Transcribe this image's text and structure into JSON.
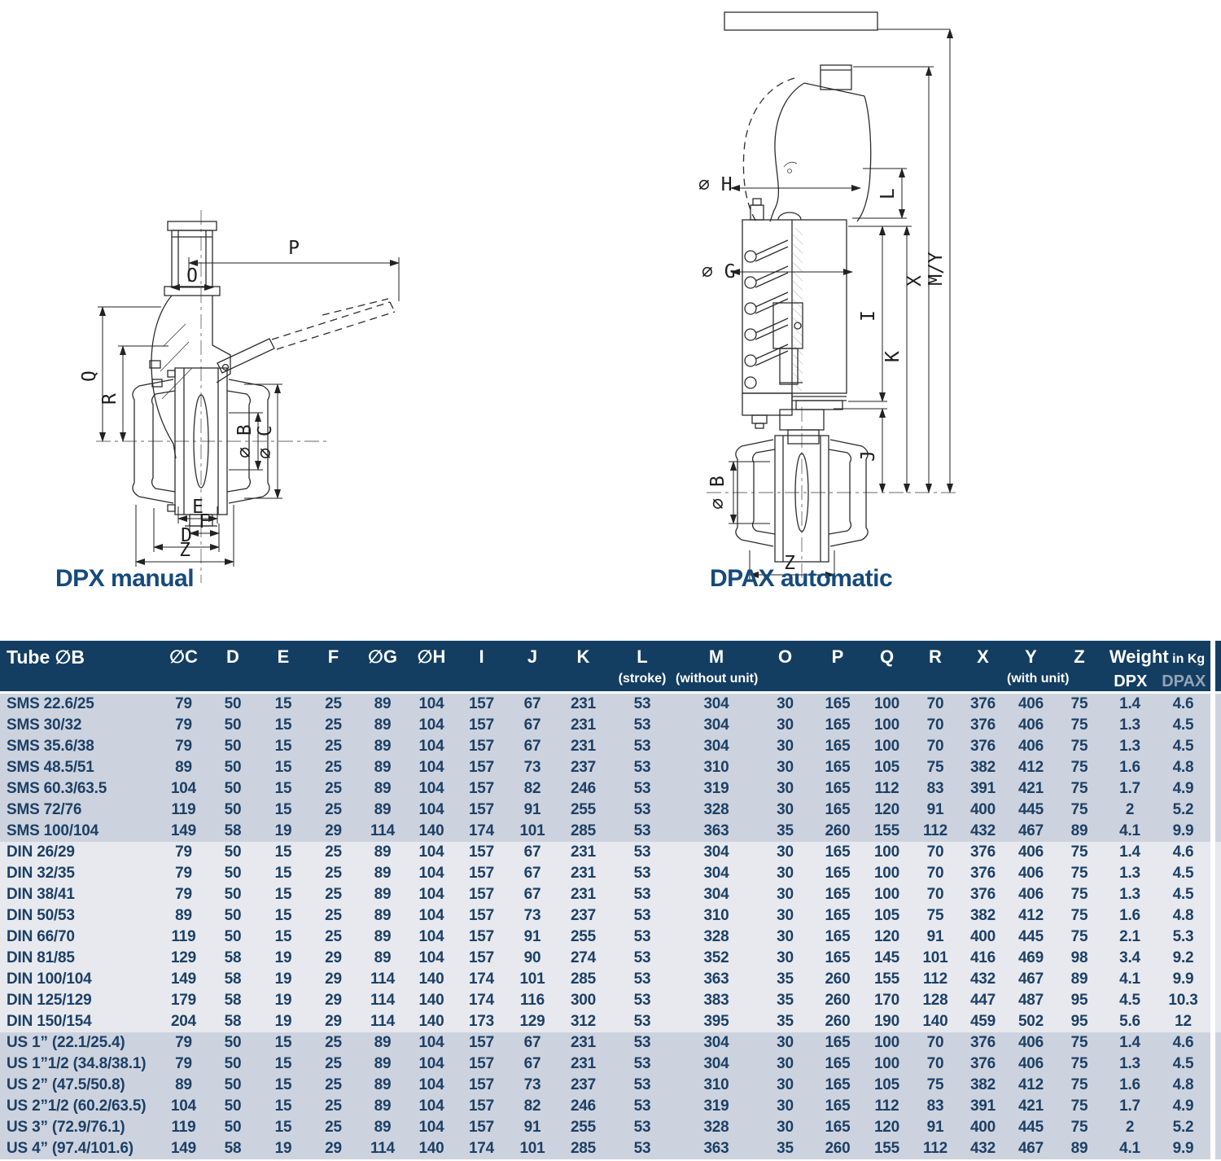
{
  "colors": {
    "header_bg": "#133e62",
    "header_text": "#ffffff",
    "dpax_text": "#95a3b5",
    "row_dark": "#cdd3de",
    "row_light": "#e7e9ee",
    "cell_text": "#1c4066",
    "caption": "#164a7c",
    "line": "#2c2c2c"
  },
  "diagrams": {
    "left": {
      "caption": "DPX manual",
      "dims": {
        "P": "P",
        "O": "O",
        "Q": "Q",
        "R": "R",
        "B": "∅ B",
        "C": "∅ C",
        "E": "E",
        "F": "F",
        "D": "D",
        "Z": "Z"
      }
    },
    "right": {
      "caption": "DPAX automatic",
      "dims": {
        "H": "∅ H",
        "L": "L",
        "G": "∅ G",
        "MY": "M/Y",
        "X": "X",
        "I": "I",
        "K": "K",
        "J": "J",
        "B": "∅ B",
        "Z": "Z"
      }
    }
  },
  "table": {
    "columns": [
      {
        "key": "tube",
        "label": "Tube ∅B",
        "sub": ""
      },
      {
        "key": "C",
        "label": "∅C",
        "sub": ""
      },
      {
        "key": "D",
        "label": "D",
        "sub": ""
      },
      {
        "key": "E",
        "label": "E",
        "sub": ""
      },
      {
        "key": "F",
        "label": "F",
        "sub": ""
      },
      {
        "key": "G",
        "label": "∅G",
        "sub": ""
      },
      {
        "key": "H",
        "label": "∅H",
        "sub": ""
      },
      {
        "key": "I",
        "label": "I",
        "sub": ""
      },
      {
        "key": "J",
        "label": "J",
        "sub": ""
      },
      {
        "key": "K",
        "label": "K",
        "sub": ""
      },
      {
        "key": "L",
        "label": "L",
        "sub": "(stroke)"
      },
      {
        "key": "M",
        "label": "M",
        "sub": "(without unit)"
      },
      {
        "key": "O",
        "label": "O",
        "sub": ""
      },
      {
        "key": "P",
        "label": "P",
        "sub": ""
      },
      {
        "key": "Q",
        "label": "Q",
        "sub": ""
      },
      {
        "key": "R",
        "label": "R",
        "sub": ""
      },
      {
        "key": "X",
        "label": "X",
        "sub": ""
      },
      {
        "key": "Y",
        "label": "Y",
        "sub": "(with unit)"
      },
      {
        "key": "Z",
        "label": "Z",
        "sub": ""
      }
    ],
    "weight_group": {
      "label": "Weight",
      "unit": "in Kg",
      "dpx": "DPX",
      "dpax": "DPAX"
    },
    "sections": [
      {
        "shade": "dark",
        "rows": [
          {
            "label": "SMS 22.6/25",
            "values": [
              "79",
              "50",
              "15",
              "25",
              "89",
              "104",
              "157",
              "67",
              "231",
              "53",
              "304",
              "30",
              "165",
              "100",
              "70",
              "376",
              "406",
              "75",
              "1.4",
              "4.6"
            ]
          },
          {
            "label": "SMS 30/32",
            "values": [
              "79",
              "50",
              "15",
              "25",
              "89",
              "104",
              "157",
              "67",
              "231",
              "53",
              "304",
              "30",
              "165",
              "100",
              "70",
              "376",
              "406",
              "75",
              "1.3",
              "4.5"
            ]
          },
          {
            "label": "SMS 35.6/38",
            "values": [
              "79",
              "50",
              "15",
              "25",
              "89",
              "104",
              "157",
              "67",
              "231",
              "53",
              "304",
              "30",
              "165",
              "100",
              "70",
              "376",
              "406",
              "75",
              "1.3",
              "4.5"
            ]
          },
          {
            "label": "SMS 48.5/51",
            "values": [
              "89",
              "50",
              "15",
              "25",
              "89",
              "104",
              "157",
              "73",
              "237",
              "53",
              "310",
              "30",
              "165",
              "105",
              "75",
              "382",
              "412",
              "75",
              "1.6",
              "4.8"
            ]
          },
          {
            "label": "SMS 60.3/63.5",
            "values": [
              "104",
              "50",
              "15",
              "25",
              "89",
              "104",
              "157",
              "82",
              "246",
              "53",
              "319",
              "30",
              "165",
              "112",
              "83",
              "391",
              "421",
              "75",
              "1.7",
              "4.9"
            ]
          },
          {
            "label": "SMS 72/76",
            "values": [
              "119",
              "50",
              "15",
              "25",
              "89",
              "104",
              "157",
              "91",
              "255",
              "53",
              "328",
              "30",
              "165",
              "120",
              "91",
              "400",
              "445",
              "75",
              "2",
              "5.2"
            ]
          },
          {
            "label": "SMS 100/104",
            "values": [
              "149",
              "58",
              "19",
              "29",
              "114",
              "140",
              "174",
              "101",
              "285",
              "53",
              "363",
              "35",
              "260",
              "155",
              "112",
              "432",
              "467",
              "89",
              "4.1",
              "9.9"
            ]
          }
        ]
      },
      {
        "shade": "light",
        "rows": [
          {
            "label": "DIN 26/29",
            "values": [
              "79",
              "50",
              "15",
              "25",
              "89",
              "104",
              "157",
              "67",
              "231",
              "53",
              "304",
              "30",
              "165",
              "100",
              "70",
              "376",
              "406",
              "75",
              "1.4",
              "4.6"
            ]
          },
          {
            "label": "DIN 32/35",
            "values": [
              "79",
              "50",
              "15",
              "25",
              "89",
              "104",
              "157",
              "67",
              "231",
              "53",
              "304",
              "30",
              "165",
              "100",
              "70",
              "376",
              "406",
              "75",
              "1.3",
              "4.5"
            ]
          },
          {
            "label": "DIN 38/41",
            "values": [
              "79",
              "50",
              "15",
              "25",
              "89",
              "104",
              "157",
              "67",
              "231",
              "53",
              "304",
              "30",
              "165",
              "100",
              "70",
              "376",
              "406",
              "75",
              "1.3",
              "4.5"
            ]
          },
          {
            "label": "DIN 50/53",
            "values": [
              "89",
              "50",
              "15",
              "25",
              "89",
              "104",
              "157",
              "73",
              "237",
              "53",
              "310",
              "30",
              "165",
              "105",
              "75",
              "382",
              "412",
              "75",
              "1.6",
              "4.8"
            ]
          },
          {
            "label": "DIN 66/70",
            "values": [
              "119",
              "50",
              "15",
              "25",
              "89",
              "104",
              "157",
              "91",
              "255",
              "53",
              "328",
              "30",
              "165",
              "120",
              "91",
              "400",
              "445",
              "75",
              "2.1",
              "5.3"
            ]
          },
          {
            "label": "DIN 81/85",
            "values": [
              "129",
              "58",
              "19",
              "29",
              "89",
              "104",
              "157",
              "90",
              "274",
              "53",
              "352",
              "30",
              "165",
              "145",
              "101",
              "416",
              "469",
              "98",
              "3.4",
              "9.2"
            ]
          },
          {
            "label": "DIN 100/104",
            "values": [
              "149",
              "58",
              "19",
              "29",
              "114",
              "140",
              "174",
              "101",
              "285",
              "53",
              "363",
              "35",
              "260",
              "155",
              "112",
              "432",
              "467",
              "89",
              "4.1",
              "9.9"
            ]
          },
          {
            "label": "DIN 125/129",
            "values": [
              "179",
              "58",
              "19",
              "29",
              "114",
              "140",
              "174",
              "116",
              "300",
              "53",
              "383",
              "35",
              "260",
              "170",
              "128",
              "447",
              "487",
              "95",
              "4.5",
              "10.3"
            ]
          },
          {
            "label": "DIN 150/154",
            "values": [
              "204",
              "58",
              "19",
              "29",
              "114",
              "140",
              "173",
              "129",
              "312",
              "53",
              "395",
              "35",
              "260",
              "190",
              "140",
              "459",
              "502",
              "95",
              "5.6",
              "12"
            ]
          }
        ]
      },
      {
        "shade": "dark",
        "rows": [
          {
            "label": "US 1” (22.1/25.4)",
            "values": [
              "79",
              "50",
              "15",
              "25",
              "89",
              "104",
              "157",
              "67",
              "231",
              "53",
              "304",
              "30",
              "165",
              "100",
              "70",
              "376",
              "406",
              "75",
              "1.4",
              "4.6"
            ]
          },
          {
            "label": "US 1”1/2 (34.8/38.1)",
            "values": [
              "79",
              "50",
              "15",
              "25",
              "89",
              "104",
              "157",
              "67",
              "231",
              "53",
              "304",
              "30",
              "165",
              "100",
              "70",
              "376",
              "406",
              "75",
              "1.3",
              "4.5"
            ]
          },
          {
            "label": "US 2” (47.5/50.8)",
            "values": [
              "89",
              "50",
              "15",
              "25",
              "89",
              "104",
              "157",
              "73",
              "237",
              "53",
              "310",
              "30",
              "165",
              "105",
              "75",
              "382",
              "412",
              "75",
              "1.6",
              "4.8"
            ]
          },
          {
            "label": "US 2”1/2 (60.2/63.5)",
            "values": [
              "104",
              "50",
              "15",
              "25",
              "89",
              "104",
              "157",
              "82",
              "246",
              "53",
              "319",
              "30",
              "165",
              "112",
              "83",
              "391",
              "421",
              "75",
              "1.7",
              "4.9"
            ]
          },
          {
            "label": "US 3” (72.9/76.1)",
            "values": [
              "119",
              "50",
              "15",
              "25",
              "89",
              "104",
              "157",
              "91",
              "255",
              "53",
              "328",
              "30",
              "165",
              "120",
              "91",
              "400",
              "445",
              "75",
              "2",
              "5.2"
            ]
          },
          {
            "label": "US 4” (97.4/101.6)",
            "values": [
              "149",
              "58",
              "19",
              "29",
              "114",
              "140",
              "174",
              "101",
              "285",
              "53",
              "363",
              "35",
              "260",
              "155",
              "112",
              "432",
              "467",
              "89",
              "4.1",
              "9.9"
            ]
          }
        ]
      }
    ]
  }
}
